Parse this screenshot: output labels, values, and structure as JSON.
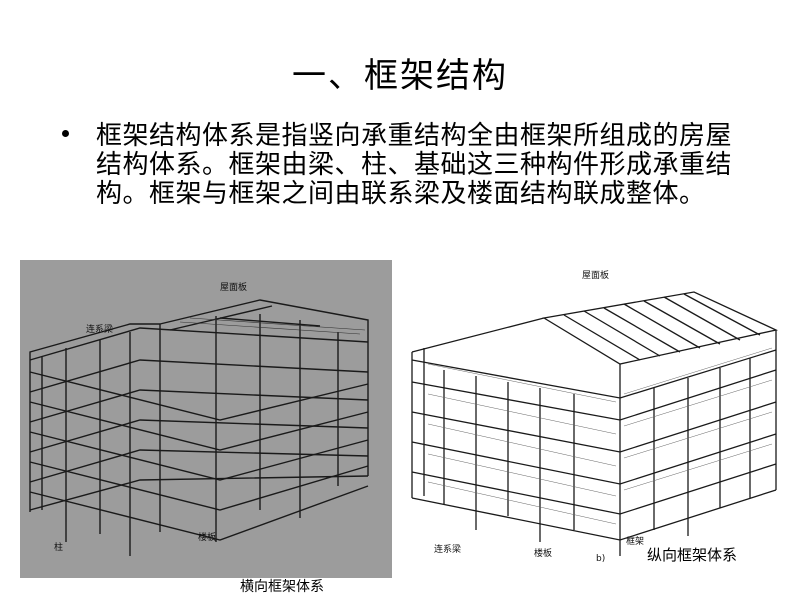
{
  "slide": {
    "title": "一、框架结构",
    "bullet": "框架结构体系是指竖向承重结构全由框架所组成的房屋结构体系。框架由梁、柱、基础这三种构件形成承重结构。框架与框架之间由联系梁及楼面结构联成整体。"
  },
  "figures": {
    "left": {
      "caption": "横向框架体系",
      "labels": {
        "roof": "屋面板",
        "tie_beam": "连系梁",
        "floor_slab": "楼板",
        "column": "柱"
      }
    },
    "right": {
      "caption": "纵向框架体系",
      "labels": {
        "roof": "屋面板",
        "tie_beam": "连系梁",
        "floor_slab": "楼板",
        "frame": "框架",
        "sub": "b)"
      }
    }
  },
  "colors": {
    "left_bg": "#9c9c9c",
    "line": "#1a1a1a"
  }
}
